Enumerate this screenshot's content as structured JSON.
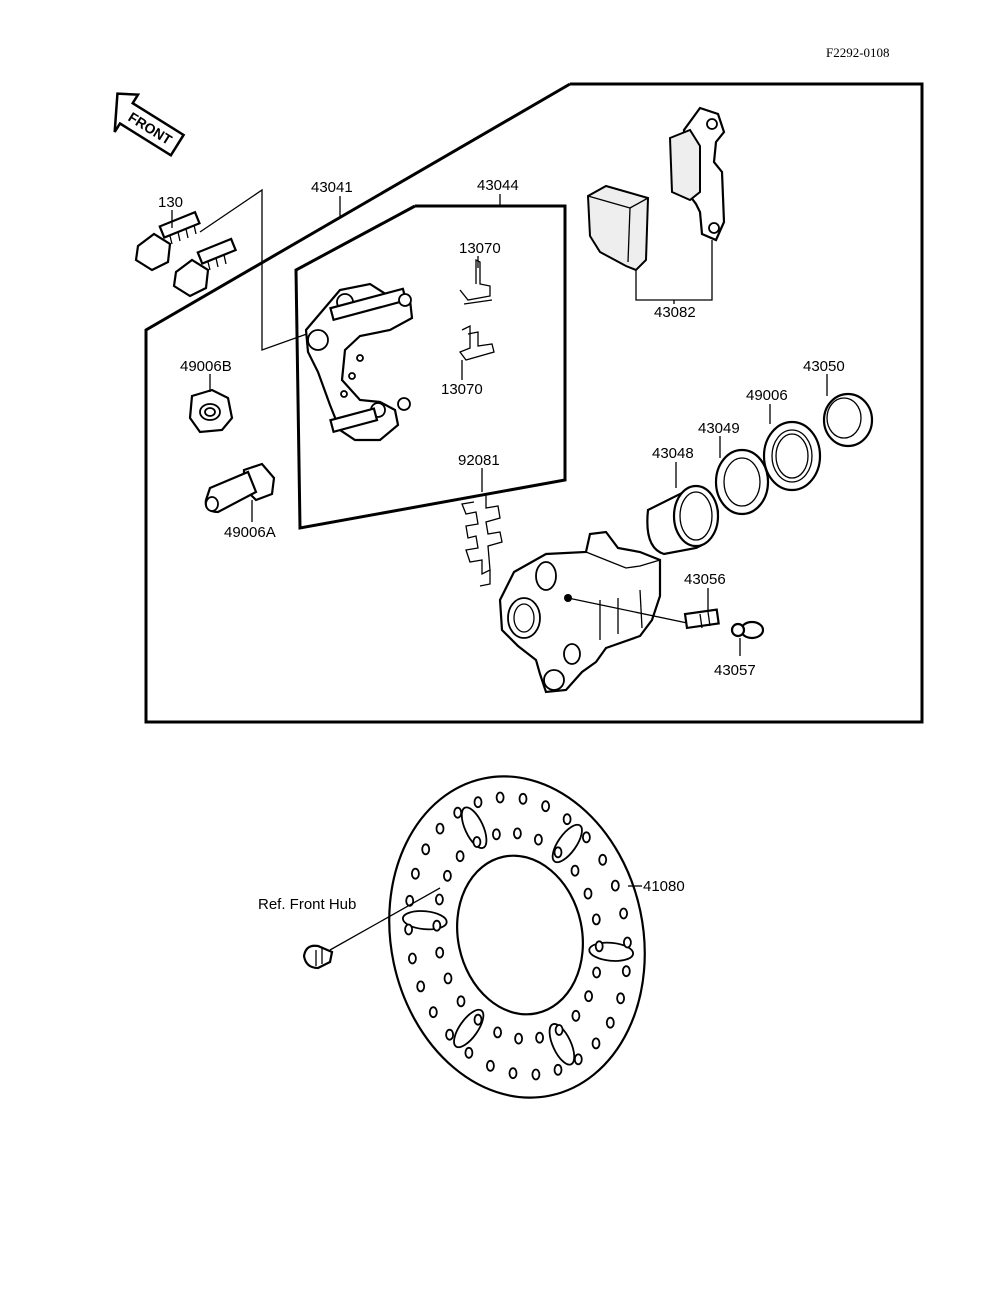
{
  "header": {
    "code": "F2292-0108"
  },
  "front_arrow": {
    "text": "FRONT"
  },
  "labels": {
    "l130": "130",
    "l43041": "43041",
    "l43044": "43044",
    "l13070a": "13070",
    "l13070b": "13070",
    "l43082": "43082",
    "l49006B": "49006B",
    "l49006A": "49006A",
    "l92081": "92081",
    "l43050": "43050",
    "l49006": "49006",
    "l43049": "43049",
    "l43048": "43048",
    "l43056": "43056",
    "l43057": "43057",
    "l41080": "41080",
    "ref_front_hub": "Ref. Front Hub"
  }
}
